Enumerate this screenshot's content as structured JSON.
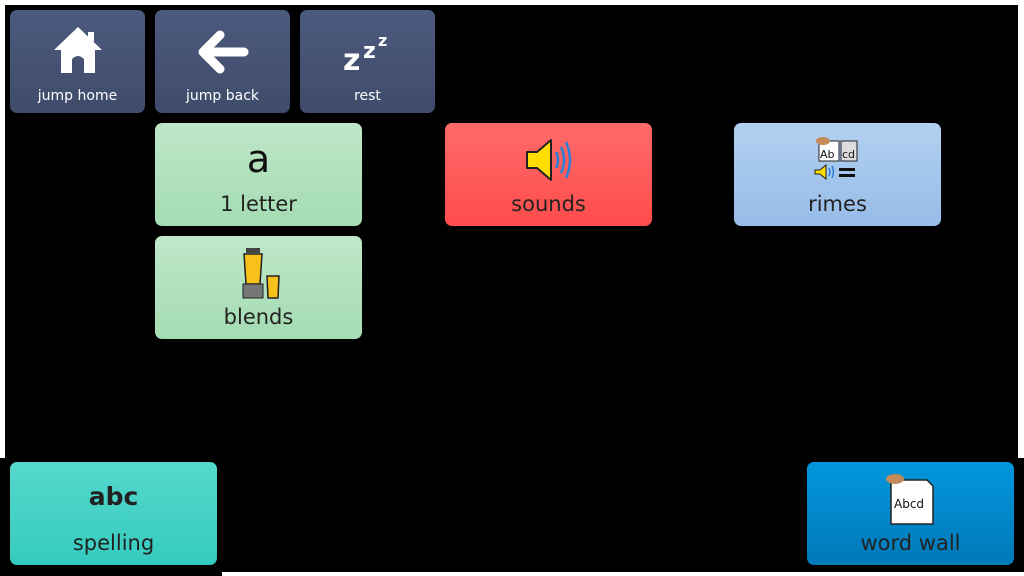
{
  "nav": [
    {
      "label": "jump home",
      "icon": "home-icon"
    },
    {
      "label": "jump back",
      "icon": "arrow-left-icon"
    },
    {
      "label": "rest",
      "icon": "sleep-zzz-icon"
    }
  ],
  "tiles": {
    "one_letter": {
      "label": "1 letter",
      "glyph": "a",
      "color": "#a4dcb3"
    },
    "sounds": {
      "label": "sounds",
      "color": "#ff5656"
    },
    "rimes": {
      "label": "rimes",
      "card_left": "Ab",
      "card_right": "cd",
      "color": "#9cc1ea"
    },
    "blends": {
      "label": "blends",
      "color": "#a4dcb3"
    },
    "spelling": {
      "label": "spelling",
      "glyph": "abc",
      "color": "#3ccfc2"
    },
    "word_wall": {
      "label": "word wall",
      "card": "Abcd",
      "color": "#0088cc"
    }
  }
}
